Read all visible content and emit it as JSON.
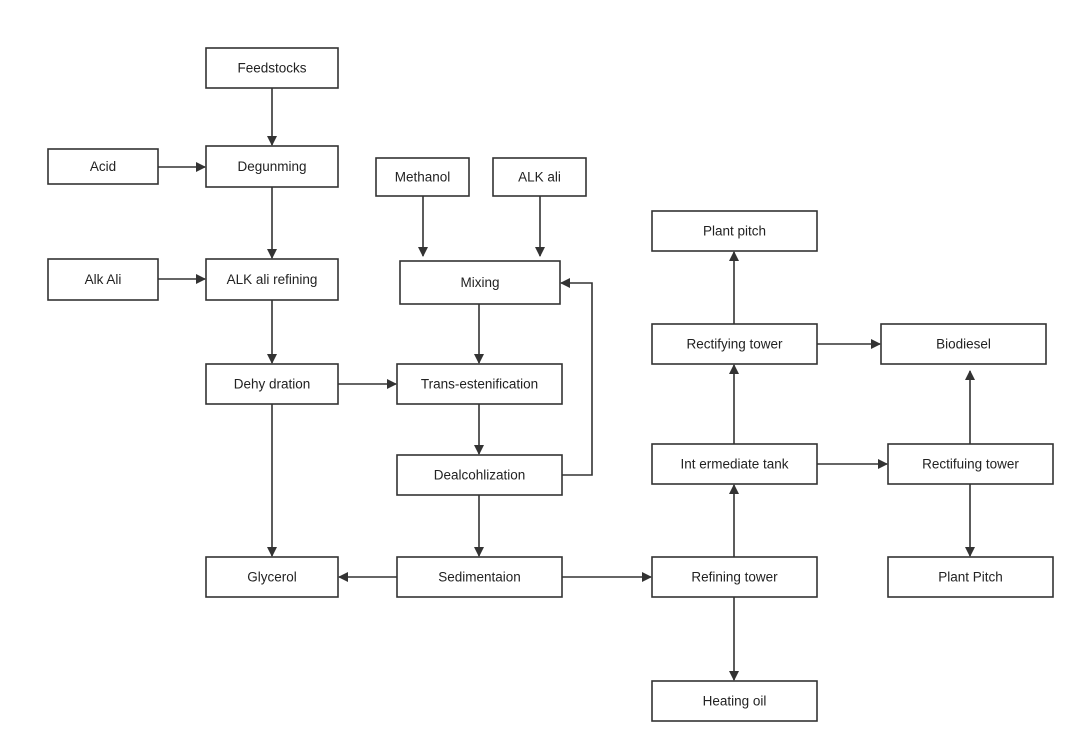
{
  "nodes": {
    "feedstocks": "Feedstocks",
    "acid": "Acid",
    "degunming": "Degunming",
    "alk_ali": "Alk Ali",
    "alk_ali_refining": "ALK ali refining",
    "dehydration": "Dehy dration",
    "glycerol": "Glycerol",
    "methanol": "Methanol",
    "alk_ali_2": "ALK ali",
    "mixing": "Mixing",
    "trans_estenification": "Trans-estenification",
    "dealcohlization": "Dealcohlization",
    "sedimentaion": "Sedimentaion",
    "plant_pitch_top": "Plant pitch",
    "rectifying_tower": "Rectifying tower",
    "biodiesel": "Biodiesel",
    "intermediate_tank": "Int ermediate tank",
    "rectifuing_tower": "Rectifuing tower",
    "refining_tower": "Refining tower",
    "plant_pitch_bottom": "Plant Pitch",
    "heating_oil": "Heating oil"
  },
  "edges": [
    {
      "from": "feedstocks",
      "to": "degunming"
    },
    {
      "from": "acid",
      "to": "degunming"
    },
    {
      "from": "degunming",
      "to": "alk_ali_refining"
    },
    {
      "from": "alk_ali",
      "to": "alk_ali_refining"
    },
    {
      "from": "alk_ali_refining",
      "to": "dehydration"
    },
    {
      "from": "dehydration",
      "to": "trans_estenification"
    },
    {
      "from": "dehydration",
      "to": "glycerol"
    },
    {
      "from": "methanol",
      "to": "mixing"
    },
    {
      "from": "alk_ali_2",
      "to": "mixing"
    },
    {
      "from": "mixing",
      "to": "trans_estenification"
    },
    {
      "from": "trans_estenification",
      "to": "dealcohlization"
    },
    {
      "from": "dealcohlization",
      "to": "mixing"
    },
    {
      "from": "dealcohlization",
      "to": "sedimentaion"
    },
    {
      "from": "sedimentaion",
      "to": "glycerol"
    },
    {
      "from": "sedimentaion",
      "to": "refining_tower"
    },
    {
      "from": "refining_tower",
      "to": "intermediate_tank"
    },
    {
      "from": "refining_tower",
      "to": "heating_oil"
    },
    {
      "from": "intermediate_tank",
      "to": "rectifying_tower"
    },
    {
      "from": "intermediate_tank",
      "to": "rectifuing_tower"
    },
    {
      "from": "rectifying_tower",
      "to": "plant_pitch_top"
    },
    {
      "from": "rectifying_tower",
      "to": "biodiesel"
    },
    {
      "from": "rectifuing_tower",
      "to": "biodiesel"
    },
    {
      "from": "rectifuing_tower",
      "to": "plant_pitch_bottom"
    }
  ]
}
